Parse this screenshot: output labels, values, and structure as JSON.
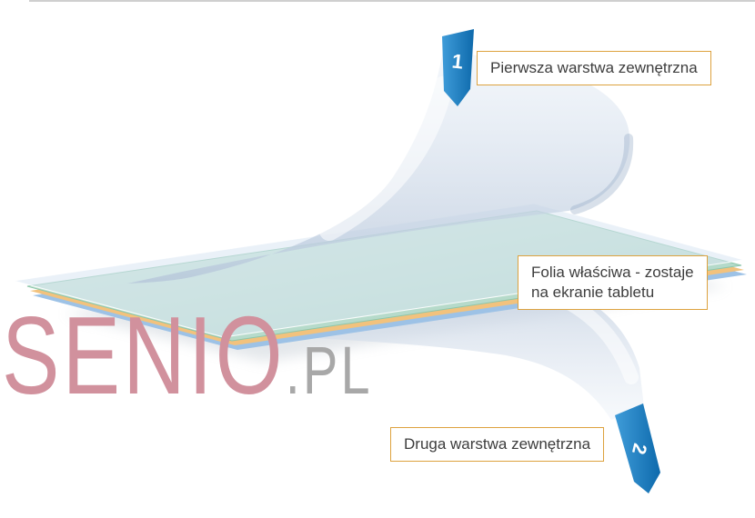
{
  "watermark": {
    "brand": "SENIO",
    "suffix": ".PL"
  },
  "callouts": {
    "first_layer": {
      "text": "Pierwsza warstwa zewnętrzna"
    },
    "main_film": {
      "line1": "Folia właściwa - zostaje",
      "line2": "na ekranie tabletu"
    },
    "second_layer": {
      "text": "Druga warstwa zewnętrzna"
    }
  },
  "tabs": {
    "first": "1",
    "second": "2"
  },
  "colors": {
    "callout_border": "#dda23e",
    "callout_text": "#3d3d3d",
    "watermark_brand": "#d1919d",
    "watermark_suffix": "#a8a8a8",
    "tab_blue_light": "#3f9cd9",
    "tab_blue_dark": "#0e6aac",
    "film_main_light": "#cfe9db",
    "film_main_dark": "#a9d3c2",
    "film_edge_orange": "#f2c27d",
    "film_edge_blue": "#9dc2e6",
    "divider": "#cfcfcf"
  }
}
